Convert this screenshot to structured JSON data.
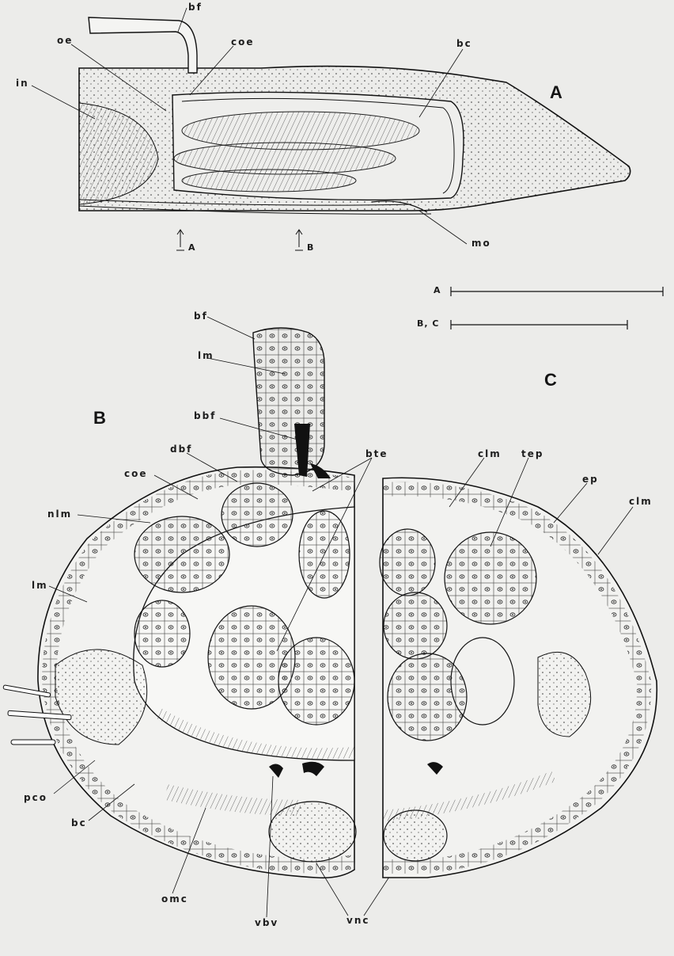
{
  "panels": {
    "a": "A",
    "b": "B",
    "c": "C"
  },
  "section_markers": {
    "a": "A",
    "b": "B"
  },
  "scale_bars": {
    "a": "A",
    "bc": "B, C"
  },
  "labels": {
    "bf": "bf",
    "oe": "oe",
    "coe": "coe",
    "in": "in",
    "bc": "bc",
    "mo": "mo",
    "lm_top": "lm",
    "bbf": "bbf",
    "dbf": "dbf",
    "bte": "bte",
    "clm_top": "clm",
    "tep": "tep",
    "ep": "ep",
    "clm_right": "clm",
    "coe_b": "coe",
    "nlm": "nlm",
    "lm_b": "lm",
    "pco": "pco",
    "bc_b": "bc",
    "omc": "omc",
    "vbv": "vbv",
    "vnc": "vnc",
    "bf_b": "bf"
  }
}
